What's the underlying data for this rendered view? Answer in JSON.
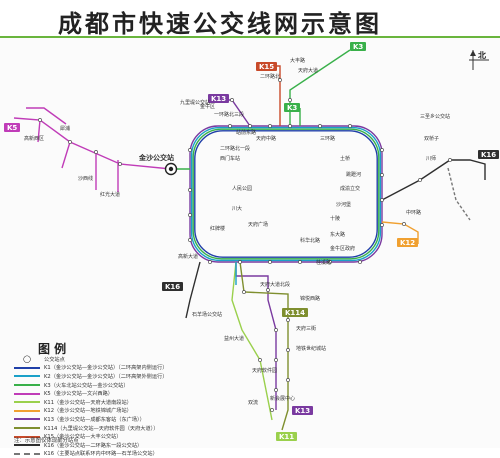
{
  "title": "成都市快速公交线网示意图",
  "north_label": "北",
  "hub_label": "金沙公交站",
  "colors": {
    "K1": "#1f3fa8",
    "K2": "#1aa0c8",
    "K3": "#39b04a",
    "K5": "#c03cb8",
    "K11": "#9ad04c",
    "K12": "#f0a030",
    "K13": "#7a3aa0",
    "K15": "#c84a2a",
    "K16": "#2f2f2f",
    "K114": "#7f8f2f",
    "K16dash": "#777777",
    "title_rule": "#69b53d"
  },
  "route_badges": [
    {
      "name": "K3",
      "color": "#39b04a",
      "label": "K3"
    },
    {
      "name": "K15",
      "color": "#c84a2a",
      "label": "K15"
    },
    {
      "name": "K13",
      "color": "#7a3aa0",
      "label": "K13"
    },
    {
      "name": "K3b",
      "color": "#39b04a",
      "label": "K3"
    },
    {
      "name": "K5",
      "color": "#c03cb8",
      "label": "K5"
    },
    {
      "name": "K16",
      "color": "#2f2f2f",
      "label": "K16"
    },
    {
      "name": "K12",
      "color": "#f0a030",
      "label": "K12"
    },
    {
      "name": "K16b",
      "color": "#2f2f2f",
      "label": "K16"
    },
    {
      "name": "K114",
      "color": "#7f8f2f",
      "label": "K114"
    },
    {
      "name": "K13b",
      "color": "#7a3aa0",
      "label": "K13"
    },
    {
      "name": "K11",
      "color": "#9ad04c",
      "label": "K11"
    }
  ],
  "station_labels": [
    "大丰路",
    "天府大道",
    "二环路北",
    "九里堤公交站",
    "一环路北三段",
    "二环路北一段",
    "金牛区",
    "站前东路",
    "天府中路",
    "三环路",
    "土桥",
    "红牌楼",
    "高新大道",
    "科华北路",
    "石羊场公交站",
    "天府三街",
    "益州大道",
    "地铁世纪城站",
    "锦悦西路",
    "天府软件园",
    "双流",
    "三圣乡公交站",
    "双桥子",
    "川师",
    "成渝立交",
    "沙河堡",
    "十陵",
    "东大路",
    "金牛区政府",
    "犀浦",
    "沙西线",
    "红光大道",
    "高新西区",
    "西门车站",
    "人民公园",
    "川大",
    "天府广场",
    "跳蹬河",
    "中环路",
    "新会展中心",
    "桂溪路",
    "天府大道北段"
  ],
  "legend_title": "图 例",
  "legend": [
    {
      "key": "stop",
      "text": "公交站点"
    },
    {
      "key": "K1",
      "text": "K1（金沙公交站—金沙公交站）（二环高架内侧运行）"
    },
    {
      "key": "K2",
      "text": "K2（金沙公交站—金沙公交站）（二环高架外侧运行）"
    },
    {
      "key": "K3",
      "text": "K3（火车北站公交站—金沙公交站）"
    },
    {
      "key": "K5",
      "text": "K5（金沙公交站—文兴西路）"
    },
    {
      "key": "K11",
      "text": "K11（金沙公交站—天府大道南段站）"
    },
    {
      "key": "K12",
      "text": "K12（金沙公交站—地铁锦城广场站）"
    },
    {
      "key": "K13",
      "text": "K13（金沙公交站—成都东客站（东广场））"
    },
    {
      "key": "K114",
      "text": "K114（九里堤公交站—天府软件园（天府大道））"
    },
    {
      "key": "K15",
      "text": "K15（金沙公交站—大丰公交站）"
    },
    {
      "key": "K16",
      "text": "K16（金沙公交站—二环路东一段公交站）"
    },
    {
      "key": "K16dash",
      "text": "K16（主要站点联系环内中环路—石羊场公交站）"
    }
  ],
  "footnote": "注：示意图仅体现部分站点"
}
